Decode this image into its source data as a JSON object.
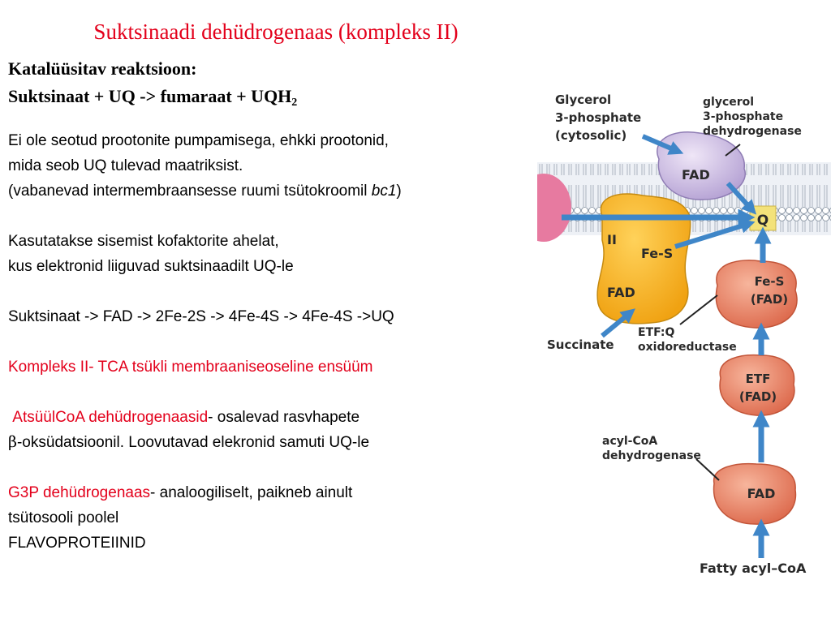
{
  "slide": {
    "title": "Suktsinaadi dehüdrogenaas (kompleks II)",
    "reaction_heading": "Katalüüsitav reaktsioon:",
    "reaction_main": "Suktsinaat + UQ -> fumaraat + UQH",
    "reaction_sub": "2",
    "p1_l1": "Ei ole seotud prootonite pumpamisega, ehkki prootonid,",
    "p1_l2": "mida seob UQ tulevad maatriksist.",
    "p1_l3_pre": "(vabanevad intermembraansesse ruumi tsütokroomil ",
    "p1_l3_em": "bc1",
    "p1_l3_post": ")",
    "p2_l1": "Kasutatakse sisemist kofaktorite ahelat,",
    "p2_l2": "kus elektronid liiguvad suktsinaadilt UQ-le",
    "p3_l1": "Suktsinaat -> FAD -> 2Fe-2S -> 4Fe-4S -> 4Fe-4S ->UQ",
    "p4_l1": "Kompleks II- TCA tsükli membraaniseoseline ensüüm",
    "p5_red": "AtsüülCoA dehüdrogenaasid",
    "p5_rest": "- osalevad rasvhapete",
    "p5_beta": "β",
    "p5_l2": "-oksüdatsioonil. Loovutavad elekronid samuti UQ-le",
    "p6_red": "G3P dehüdrogenaas",
    "p6_rest": "- analoogiliselt, paikneb ainult",
    "p6_l2": "tsütosooli poolel",
    "p6_l3": "FLAVOPROTEIINID"
  },
  "diagram": {
    "glycerol_l1": "Glycerol",
    "glycerol_l2": "3-phosphate",
    "glycerol_l3": "(cytosolic)",
    "g3pdh_l1": "glycerol",
    "g3pdh_l2": "3-phosphate",
    "g3pdh_l3": "dehydrogenase",
    "fad_top": "FAD",
    "q": "Q",
    "complex_ii": "II",
    "fes_ii": "Fe-S",
    "fad_ii": "FAD",
    "succinate": "Succinate",
    "fes_etfq_l1": "Fe-S",
    "fes_etfq_l2": "(FAD)",
    "etfq_l1": "ETF:Q",
    "etfq_l2": "oxidoreductase",
    "etf_l1": "ETF",
    "etf_l2": "(FAD)",
    "acd_l1": "acyl-CoA",
    "acd_l2": "dehydrogenase",
    "fad_bottom": "FAD",
    "fatty": "Fatty acyl–CoA"
  },
  "colors": {
    "title": "#e3001b",
    "membrane": "#eef1f6",
    "complex_ii": "#f6b21c",
    "flavoprotein": "#e8765a",
    "g3p_enzyme": "#c8b8e0",
    "arrow": "#3f86c8",
    "q_box": "#f3e27a"
  }
}
